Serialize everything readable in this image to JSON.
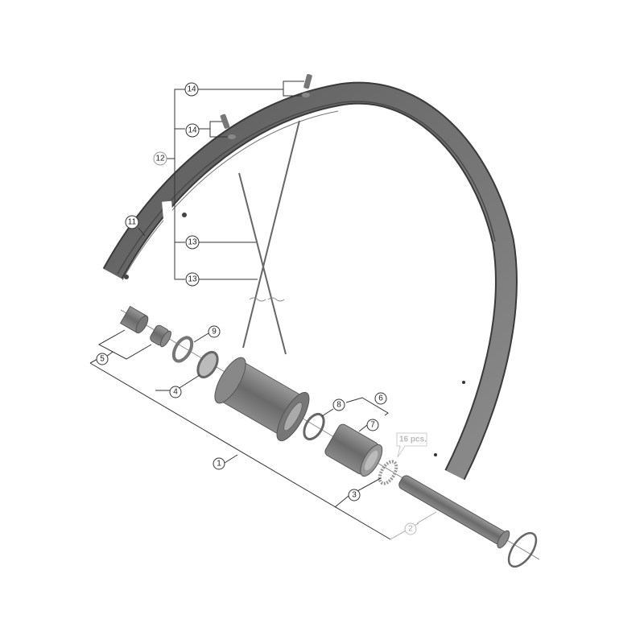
{
  "diagram": {
    "type": "exploded-parts-view",
    "subject": "rear wheel (rim, spokes, nipples, hub, freehub body, axle)",
    "colors": {
      "line": "#333333",
      "part": "#6e6e6e",
      "part_light": "#9a9a9a",
      "callout_light": "#b0b0b0",
      "background": "#ffffff"
    },
    "callouts": [
      {
        "id": "c1",
        "label": "1",
        "part": "hub assembly"
      },
      {
        "id": "c2",
        "label": "2",
        "part": "hub axle",
        "style": "light"
      },
      {
        "id": "c3",
        "label": "3",
        "part": "steel balls"
      },
      {
        "id": "c4",
        "label": "4",
        "part": "bearing / ball retainer"
      },
      {
        "id": "c5",
        "label": "5",
        "part": "cone / adapter set"
      },
      {
        "id": "c6",
        "label": "6",
        "part": "freehub body unit"
      },
      {
        "id": "c7",
        "label": "7",
        "part": "freehub body"
      },
      {
        "id": "c8",
        "label": "8",
        "part": "O-ring"
      },
      {
        "id": "c9",
        "label": "9",
        "part": "dust seal"
      },
      {
        "id": "c11",
        "label": "11",
        "part": "rim"
      },
      {
        "id": "c12",
        "label": "12",
        "part": "spoke set"
      },
      {
        "id": "c13a",
        "label": "13",
        "part": "spoke"
      },
      {
        "id": "c13b",
        "label": "13",
        "part": "spoke"
      },
      {
        "id": "c14a",
        "label": "14",
        "part": "nipple & washer"
      },
      {
        "id": "c14b",
        "label": "14",
        "part": "nipple & washer"
      }
    ],
    "note": {
      "text": "16 pcs.",
      "attached_to": "c3"
    }
  }
}
